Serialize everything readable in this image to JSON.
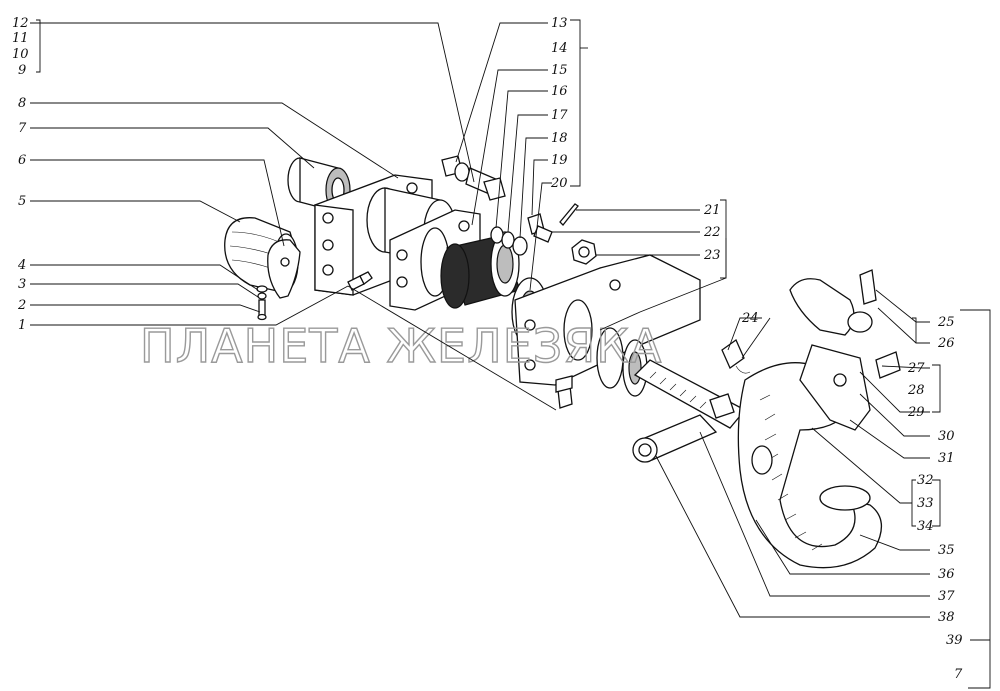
{
  "watermark": "ПЛАНЕТА ЖЕЛЕЗЯКА",
  "callouts_left": [
    "12",
    "11",
    "10",
    "9",
    "8",
    "7",
    "6",
    "5",
    "4",
    "3",
    "2",
    "1"
  ],
  "callouts_mid": [
    "13",
    "14",
    "15",
    "16",
    "17",
    "18",
    "19",
    "20"
  ],
  "callouts_right": [
    "21",
    "22",
    "23",
    "24",
    "25",
    "26",
    "27",
    "28",
    "29",
    "30",
    "31",
    "32",
    "33",
    "34",
    "35",
    "36",
    "37",
    "38",
    "39",
    "7"
  ]
}
